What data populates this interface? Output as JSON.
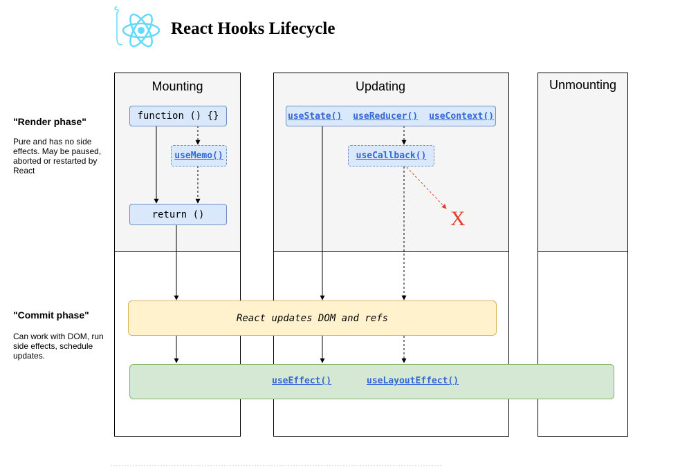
{
  "title": "React Hooks Lifecycle",
  "logo_icon": "react-atom-icon",
  "phases": {
    "render": {
      "title": "\"Render phase\"",
      "description": "Pure and has no side effects. May be paused, aborted or restarted by React"
    },
    "commit": {
      "title": "\"Commit phase\"",
      "description": "Can work with DOM, run side effects, schedule updates."
    }
  },
  "columns": {
    "mounting": "Mounting",
    "updating": "Updating",
    "unmounting": "Unmounting"
  },
  "mounting": {
    "function": "function () {}",
    "use_memo": "useMemo()",
    "return": "return ()"
  },
  "updating": {
    "use_state": "useState()",
    "use_reducer": "useReducer()",
    "use_context": "useContext()",
    "use_callback": "useCallback()",
    "x_mark": "X"
  },
  "commit": {
    "dom_update": "React updates DOM and refs",
    "use_effect": "useEffect()",
    "use_layout_effect": "useLayoutEffect()"
  },
  "colors": {
    "render_bg": "#f5f5f5",
    "hook_box_fill": "#dae8fc",
    "hook_box_stroke": "#6c8ebf",
    "commit_fill": "#fff2cc",
    "commit_stroke": "#d6b656",
    "effect_fill": "#d5e8d4",
    "effect_stroke": "#82b366",
    "link": "#3367d6",
    "x_mark": "#e0402a",
    "logo": "#61dafb"
  }
}
